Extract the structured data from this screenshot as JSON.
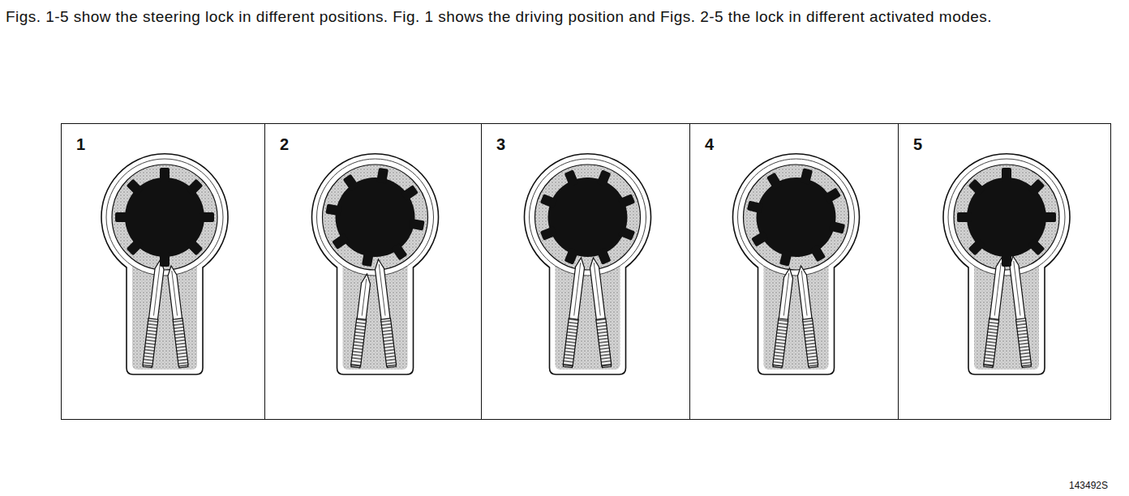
{
  "diagram": {
    "caption": "Figs. 1-5 show the steering lock in different positions. Fig. 1 shows the driving position and Figs. 2-5 the lock in different activated modes.",
    "nodes": [
      {
        "text": [
          "1"
        ]
      },
      {
        "text": [
          "2"
        ]
      },
      {
        "text": [
          "3"
        ]
      },
      {
        "text": [
          "4"
        ]
      },
      {
        "text": [
          "5"
        ]
      }
    ],
    "labels": [
      "143492S"
    ]
  }
}
